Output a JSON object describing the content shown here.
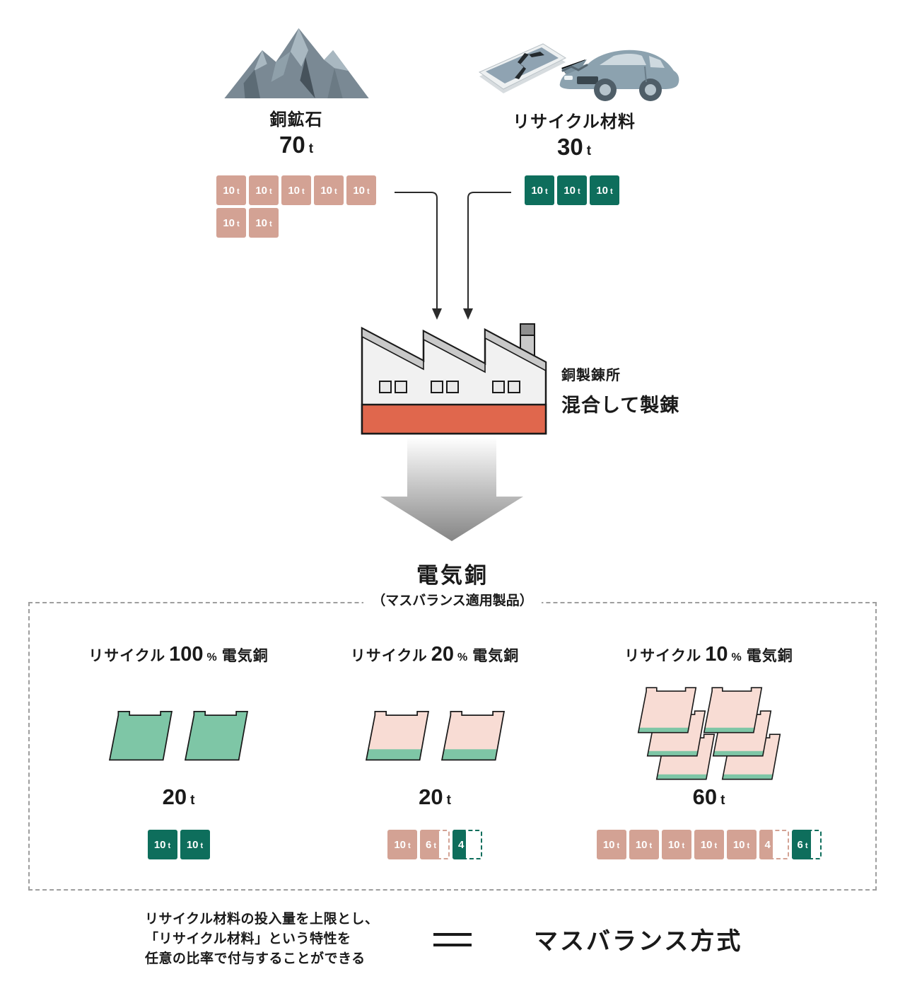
{
  "colors": {
    "ore": "#D3A294",
    "recycled": "#0E6E5C",
    "cathode_green": "#7EC6A6",
    "cathode_pink": "#F8DCD4",
    "factory_red": "#E0674D",
    "outline": "#1A1A1A",
    "dashed_box": "#9E9E9E"
  },
  "sources": {
    "ore": {
      "label": "銅鉱石",
      "amount": "70",
      "unit": "t",
      "blocks_row1": [
        {
          "v": "10",
          "u": "t",
          "kind": "ore",
          "fill": 1
        },
        {
          "v": "10",
          "u": "t",
          "kind": "ore",
          "fill": 1
        },
        {
          "v": "10",
          "u": "t",
          "kind": "ore",
          "fill": 1
        },
        {
          "v": "10",
          "u": "t",
          "kind": "ore",
          "fill": 1
        },
        {
          "v": "10",
          "u": "t",
          "kind": "ore",
          "fill": 1
        }
      ],
      "blocks_row2": [
        {
          "v": "10",
          "u": "t",
          "kind": "ore",
          "fill": 1
        },
        {
          "v": "10",
          "u": "t",
          "kind": "ore",
          "fill": 1
        }
      ]
    },
    "recycled": {
      "label": "リサイクル材料",
      "amount": "30",
      "unit": "t",
      "blocks": [
        {
          "v": "10",
          "u": "t",
          "kind": "rec",
          "fill": 1
        },
        {
          "v": "10",
          "u": "t",
          "kind": "rec",
          "fill": 1
        },
        {
          "v": "10",
          "u": "t",
          "kind": "rec",
          "fill": 1
        }
      ]
    }
  },
  "smelter": {
    "name": "銅製錬所",
    "process": "混合して製錬"
  },
  "output": {
    "title": "電気銅",
    "subtitle": "（マスバランス適用製品）"
  },
  "products": [
    {
      "title": {
        "prefix": "リサイクル",
        "percent": "100",
        "sign": "%",
        "suffix": "電気銅"
      },
      "amount": "20",
      "unit": "t",
      "cathodes": {
        "count": 2,
        "style": "full-green",
        "stripe": 0,
        "cluster": false
      },
      "blocks": [
        {
          "v": "10",
          "u": "t",
          "kind": "rec",
          "fill": 1
        },
        {
          "v": "10",
          "u": "t",
          "kind": "rec",
          "fill": 1
        }
      ]
    },
    {
      "title": {
        "prefix": "リサイクル",
        "percent": "20",
        "sign": "%",
        "suffix": "電気銅"
      },
      "amount": "20",
      "unit": "t",
      "cathodes": {
        "count": 2,
        "style": "pink-stripe",
        "stripe": 0.22,
        "cluster": false
      },
      "blocks": [
        {
          "v": "10",
          "u": "t",
          "kind": "ore",
          "fill": 1
        },
        {
          "v": "6",
          "u": "t",
          "kind": "ore",
          "fill": 0.6
        },
        {
          "v": "4",
          "u": "t",
          "kind": "rec",
          "fill": 0.4
        }
      ]
    },
    {
      "title": {
        "prefix": "リサイクル",
        "percent": "10",
        "sign": "%",
        "suffix": "電気銅"
      },
      "amount": "60",
      "unit": "t",
      "cathodes": {
        "count": 6,
        "style": "pink-stripe",
        "stripe": 0.11,
        "cluster": true
      },
      "blocks": [
        {
          "v": "10",
          "u": "t",
          "kind": "ore",
          "fill": 1
        },
        {
          "v": "10",
          "u": "t",
          "kind": "ore",
          "fill": 1
        },
        {
          "v": "10",
          "u": "t",
          "kind": "ore",
          "fill": 1
        },
        {
          "v": "10",
          "u": "t",
          "kind": "ore",
          "fill": 1
        },
        {
          "v": "10",
          "u": "t",
          "kind": "ore",
          "fill": 1
        },
        {
          "v": "4",
          "u": "t",
          "kind": "ore",
          "fill": 0.4
        },
        {
          "v": "6",
          "u": "t",
          "kind": "rec",
          "fill": 0.6
        }
      ]
    }
  ],
  "footnote": {
    "lines": [
      "リサイクル材料の投入量を上限とし、",
      "「リサイクル材料」という特性を",
      "任意の比率で付与することができる"
    ],
    "equals": "＝",
    "result": "マスバランス方式"
  }
}
